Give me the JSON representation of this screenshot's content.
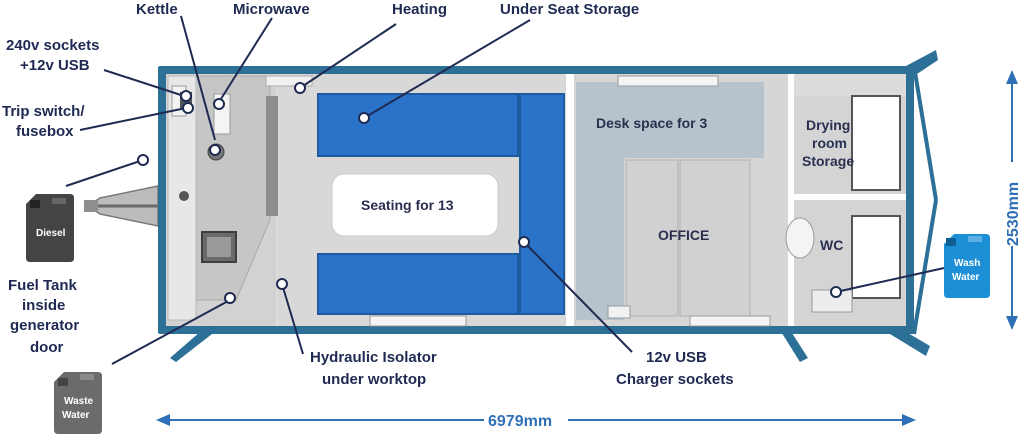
{
  "callouts": {
    "kettle": "Kettle",
    "microwave": "Microwave",
    "heating": "Heating",
    "under_seat_storage": "Under Seat Storage",
    "sockets_line1": "240v sockets",
    "sockets_line2": "+12v USB",
    "trip_line1": "Trip switch/",
    "trip_line2": "fusebox",
    "fuel_line1": "Fuel Tank",
    "fuel_line2": "inside",
    "fuel_line3": "generator",
    "fuel_line4": "door",
    "hydraulic_line1": "Hydraulic Isolator",
    "hydraulic_line2": "under worktop",
    "usb_line1": "12v USB",
    "usb_line2": "Charger sockets"
  },
  "rooms": {
    "seating": "Seating for 13",
    "desk": "Desk space for 3",
    "office": "OFFICE",
    "drying_line1": "Drying",
    "drying_line2": "room",
    "drying_line3": "Storage",
    "wc": "WC"
  },
  "cans": {
    "diesel": "Diesel",
    "wash_line1": "Wash",
    "wash_line2": "Water",
    "waste_line1": "Waste",
    "waste_line2": "Water"
  },
  "dimensions": {
    "length": "6979mm",
    "width": "2530mm"
  },
  "colors": {
    "label": "#1f2a52",
    "dimension": "#2f6fb5",
    "container_frame": "#2c6f97",
    "seat_blue": "#2a73c9",
    "wash_can": "#1d8fd6",
    "diesel_can": "#444444",
    "waste_can": "#6b6b6b"
  }
}
